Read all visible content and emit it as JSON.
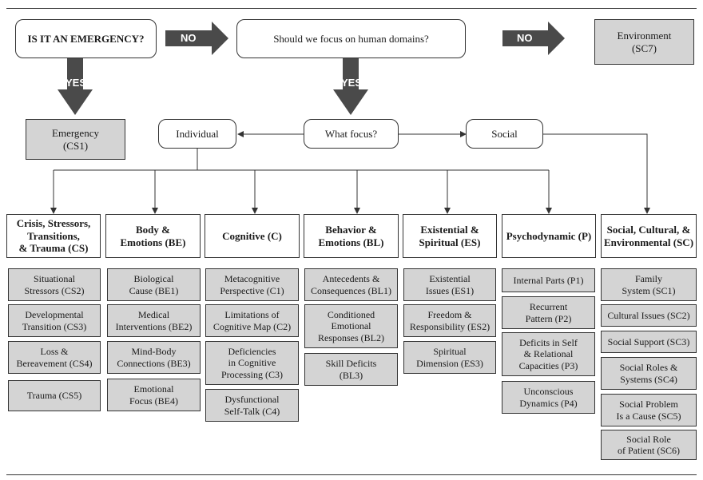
{
  "decisions": {
    "emergency_question": "IS IT AN EMERGENCY?",
    "human_question": "Should we focus on human domains?",
    "focus_question": "What focus?",
    "no_label": "NO",
    "yes_label": "YES"
  },
  "outcomes": {
    "environment": "Environment\n(SC7)",
    "emergency": "Emergency\n(CS1)"
  },
  "focus": {
    "individual": "Individual",
    "social": "Social"
  },
  "domains": [
    {
      "title": "Crisis, Stressors,\nTransitions,\n& Trauma (CS)",
      "items": [
        "Situational\nStressors (CS2)",
        "Developmental\nTransition (CS3)",
        "Loss &\nBereavement (CS4)",
        "Trauma (CS5)"
      ]
    },
    {
      "title": "Body &\nEmotions (BE)",
      "items": [
        "Biological\nCause (BE1)",
        "Medical\nInterventions (BE2)",
        "Mind-Body\nConnections (BE3)",
        "Emotional\nFocus (BE4)"
      ]
    },
    {
      "title": "Cognitive (C)",
      "items": [
        "Metacognitive\nPerspective (C1)",
        "Limitations of\nCognitive Map (C2)",
        "Deficiencies\nin Cognitive\nProcessing (C3)",
        "Dysfunctional\nSelf-Talk (C4)"
      ]
    },
    {
      "title": "Behavior &\nEmotions (BL)",
      "items": [
        "Antecedents &\nConsequences (BL1)",
        "Conditioned\nEmotional\nResponses (BL2)",
        "Skill Deficits\n(BL3)"
      ]
    },
    {
      "title": "Existential &\nSpiritual (ES)",
      "items": [
        "Existential\nIssues (ES1)",
        "Freedom &\nResponsibility (ES2)",
        "Spiritual\nDimension (ES3)"
      ]
    },
    {
      "title": "Psychodynamic (P)",
      "items": [
        "Internal Parts (P1)",
        "Recurrent\nPattern (P2)",
        "Deficits in Self\n& Relational\nCapacities (P3)",
        "Unconscious\nDynamics (P4)"
      ]
    },
    {
      "title": "Social, Cultural, &\nEnvironmental (SC)",
      "items": [
        "Family\nSystem (SC1)",
        "Cultural Issues (SC2)",
        "Social Support (SC3)",
        "Social Roles &\nSystems (SC4)",
        "Social Problem\nIs a Cause (SC5)",
        "Social Role\nof Patient (SC6)"
      ]
    }
  ]
}
